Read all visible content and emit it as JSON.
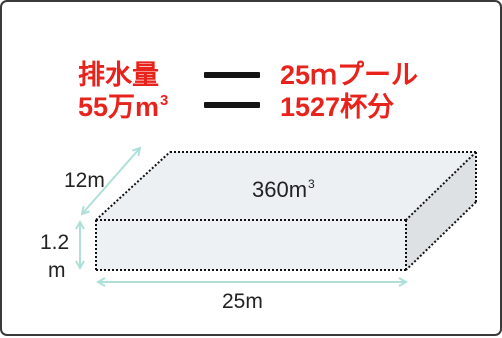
{
  "headline": {
    "left_line1": "排水量",
    "left_line2_value": "55万m",
    "left_line2_sup": "3",
    "right_line1": "25ｍプール",
    "right_line2": "1527杯分"
  },
  "diagram": {
    "width_label": "12m",
    "height_label_line1": "1.2",
    "height_label_line2": "m",
    "length_label": "25m",
    "volume_value": "360m",
    "volume_sup": "3"
  },
  "colors": {
    "accent_red": "#e8231c",
    "arrow": "#aee0d9",
    "box_fill": "#ecf0f3",
    "box_side": "#dde1e4",
    "edge": "#111111"
  }
}
